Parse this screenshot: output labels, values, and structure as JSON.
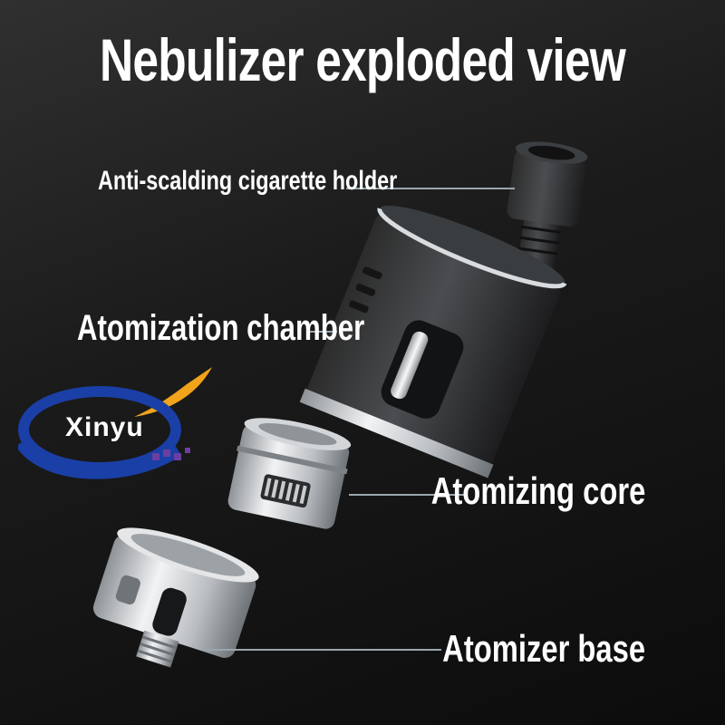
{
  "title": "Nebulizer exploded view",
  "labels": {
    "holder": "Anti-scalding cigarette holder",
    "chamber": "Atomization chamber",
    "core": "Atomizing core",
    "base": "Atomizer base"
  },
  "logo": {
    "text": "Xinyu"
  },
  "icons": [
    "drip-tip-icon",
    "tank-icon",
    "coil-icon",
    "base-icon",
    "xinyu-logo-icon"
  ],
  "colors": {
    "background": "#1b1b1b",
    "text": "#ffffff",
    "leader_line": "#9aa6ad",
    "logo_blue": "#1a3fa6",
    "logo_orange": "#f0a31b"
  }
}
